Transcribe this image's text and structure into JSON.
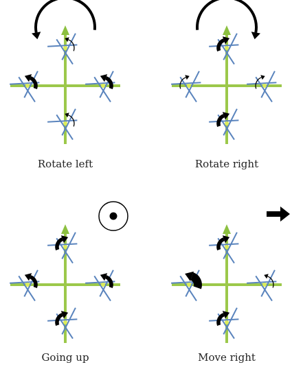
{
  "colors": {
    "frame": "#9cc84a",
    "arrow_fill": "#8cc040",
    "blade": "#5a84bd",
    "ink": "#000000",
    "hub": "#dcec5a"
  },
  "panels": [
    {
      "caption": "Rotate left",
      "top_arrow": "counterclockwise",
      "rotors": {
        "top": "small-ccw",
        "left": "large-ccw",
        "right": "large-ccw",
        "bottom": "small-ccw"
      }
    },
    {
      "caption": "Rotate right",
      "top_arrow": "clockwise",
      "rotors": {
        "top": "large-cw",
        "left": "small-cw",
        "right": "small-cw",
        "bottom": "large-cw"
      }
    },
    {
      "caption": "Going up",
      "indicator": "up-out-of-page-icon",
      "rotors": {
        "top": "large-cw",
        "left": "large-ccw",
        "right": "large-ccw",
        "bottom": "large-cw"
      }
    },
    {
      "caption": "Move right",
      "indicator": "right-arrow-icon",
      "rotors": {
        "top": "large-cw",
        "left": "xlarge-ccw",
        "right": "small-ccw",
        "bottom": "large-cw"
      }
    }
  ]
}
